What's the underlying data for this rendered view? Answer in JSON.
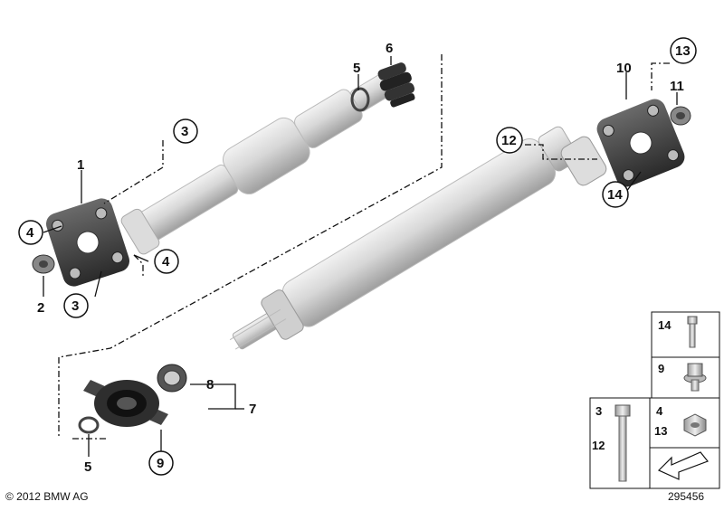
{
  "labels": {
    "p1": "1",
    "p2": "2",
    "p3a": "3",
    "p3b": "3",
    "p4a": "4",
    "p4b": "4",
    "p5a": "5",
    "p5b": "5",
    "p6": "6",
    "p7": "7",
    "p8": "8",
    "p9": "9",
    "p10": "10",
    "p11": "11",
    "p12": "12",
    "p13": "13",
    "p14": "14"
  },
  "legend": {
    "n14": "14",
    "n9": "9",
    "n3": "3",
    "n12": "12",
    "n4": "4",
    "n13": "13"
  },
  "footer": {
    "copyright": "© 2012 BMW AG",
    "diagram_number": "295456"
  }
}
